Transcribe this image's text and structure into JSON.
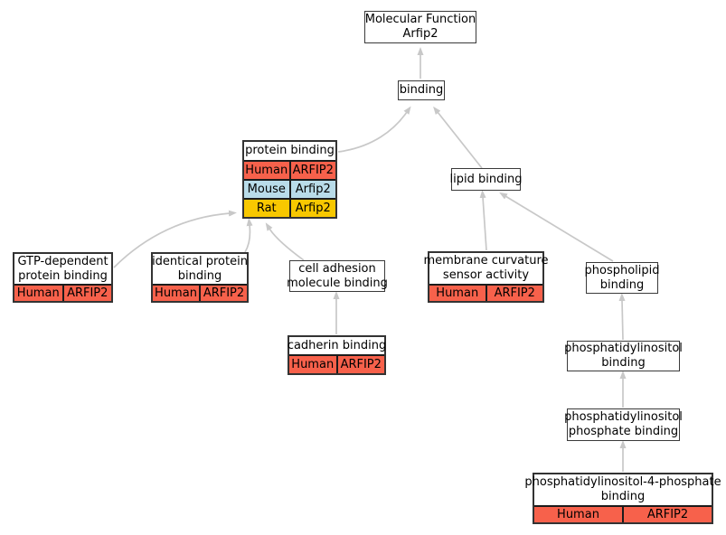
{
  "colors": {
    "human": "#f7614b",
    "mouse": "#b9dce9",
    "rat": "#f8c800",
    "edge": "#c8c8c8",
    "node_border": "#3a3a3a"
  },
  "nodes": {
    "molecular_function": {
      "lines": [
        "Molecular Function",
        "Arfip2"
      ]
    },
    "binding": {
      "lines": [
        "binding"
      ]
    },
    "protein_binding": {
      "lines": [
        "protein binding"
      ],
      "rows": [
        {
          "species": "Human",
          "gene": "ARFIP2",
          "color": "#f7614b"
        },
        {
          "species": "Mouse",
          "gene": "Arfip2",
          "color": "#b9dce9"
        },
        {
          "species": "Rat",
          "gene": "Arfip2",
          "color": "#f8c800"
        }
      ]
    },
    "gtp_dependent_protein_binding": {
      "lines": [
        "GTP-dependent",
        "protein binding"
      ],
      "rows": [
        {
          "species": "Human",
          "gene": "ARFIP2",
          "color": "#f7614b"
        }
      ]
    },
    "identical_protein_binding": {
      "lines": [
        "identical protein",
        "binding"
      ],
      "rows": [
        {
          "species": "Human",
          "gene": "ARFIP2",
          "color": "#f7614b"
        }
      ]
    },
    "cell_adhesion_molecule_binding": {
      "lines": [
        "cell adhesion",
        "molecule binding"
      ]
    },
    "cadherin_binding": {
      "lines": [
        "cadherin binding"
      ],
      "rows": [
        {
          "species": "Human",
          "gene": "ARFIP2",
          "color": "#f7614b"
        }
      ]
    },
    "lipid_binding": {
      "lines": [
        "lipid binding"
      ]
    },
    "membrane_curvature_sensor_activity": {
      "lines": [
        "membrane curvature",
        "sensor activity"
      ],
      "rows": [
        {
          "species": "Human",
          "gene": "ARFIP2",
          "color": "#f7614b"
        }
      ]
    },
    "phospholipid_binding": {
      "lines": [
        "phospholipid",
        "binding"
      ]
    },
    "phosphatidylinositol_binding": {
      "lines": [
        "phosphatidylinositol",
        "binding"
      ]
    },
    "phosphatidylinositol_phosphate_binding": {
      "lines": [
        "phosphatidylinositol",
        "phosphate binding"
      ]
    },
    "phosphatidylinositol_4_phosphate_binding": {
      "lines": [
        "phosphatidylinositol-4-phosphate",
        "binding"
      ],
      "rows": [
        {
          "species": "Human",
          "gene": "ARFIP2",
          "color": "#f7614b"
        }
      ]
    }
  },
  "edges": [
    {
      "from": "binding",
      "to": "molecular_function"
    },
    {
      "from": "protein_binding",
      "to": "binding"
    },
    {
      "from": "lipid_binding",
      "to": "binding"
    },
    {
      "from": "gtp_dependent_protein_binding",
      "to": "protein_binding"
    },
    {
      "from": "identical_protein_binding",
      "to": "protein_binding"
    },
    {
      "from": "cell_adhesion_molecule_binding",
      "to": "protein_binding"
    },
    {
      "from": "cadherin_binding",
      "to": "cell_adhesion_molecule_binding"
    },
    {
      "from": "membrane_curvature_sensor_activity",
      "to": "lipid_binding"
    },
    {
      "from": "phospholipid_binding",
      "to": "lipid_binding"
    },
    {
      "from": "phosphatidylinositol_binding",
      "to": "phospholipid_binding"
    },
    {
      "from": "phosphatidylinositol_phosphate_binding",
      "to": "phosphatidylinositol_binding"
    },
    {
      "from": "phosphatidylinositol_4_phosphate_binding",
      "to": "phosphatidylinositol_phosphate_binding"
    }
  ]
}
